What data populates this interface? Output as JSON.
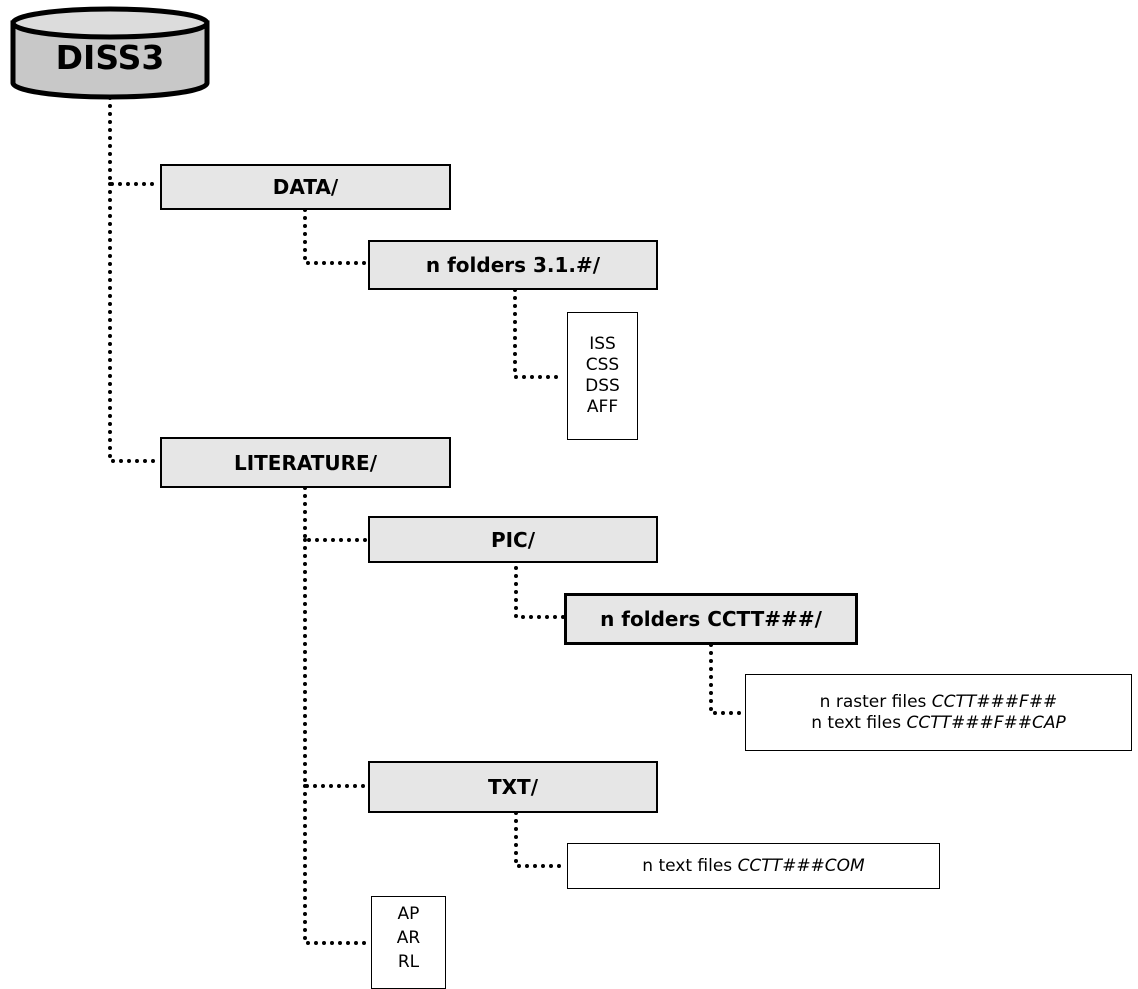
{
  "root": {
    "label": "DISS3",
    "icon": "database-cylinder-icon"
  },
  "folders": {
    "data": "DATA/",
    "data_sub": "n folders 3.1.#/",
    "literature": "LITERATURE/",
    "pic": "PIC/",
    "pic_sub": "n folders CCTT###/",
    "txt": "TXT/"
  },
  "files": {
    "data_types": [
      "ISS",
      "CSS",
      "DSS",
      "AFF"
    ],
    "pic_files": [
      {
        "prefix": "n raster files ",
        "pattern": "CCTT###F##"
      },
      {
        "prefix": "n text files ",
        "pattern": "CCTT###F##CAP"
      }
    ],
    "txt_files": {
      "prefix": "n text files ",
      "pattern": "CCTT###COM"
    },
    "literature_types": [
      "AP",
      "AR",
      "RL"
    ]
  },
  "colors": {
    "folder_fill": "#e6e6e6",
    "drive_fill": "#c8c8c8",
    "line": "#000000"
  }
}
